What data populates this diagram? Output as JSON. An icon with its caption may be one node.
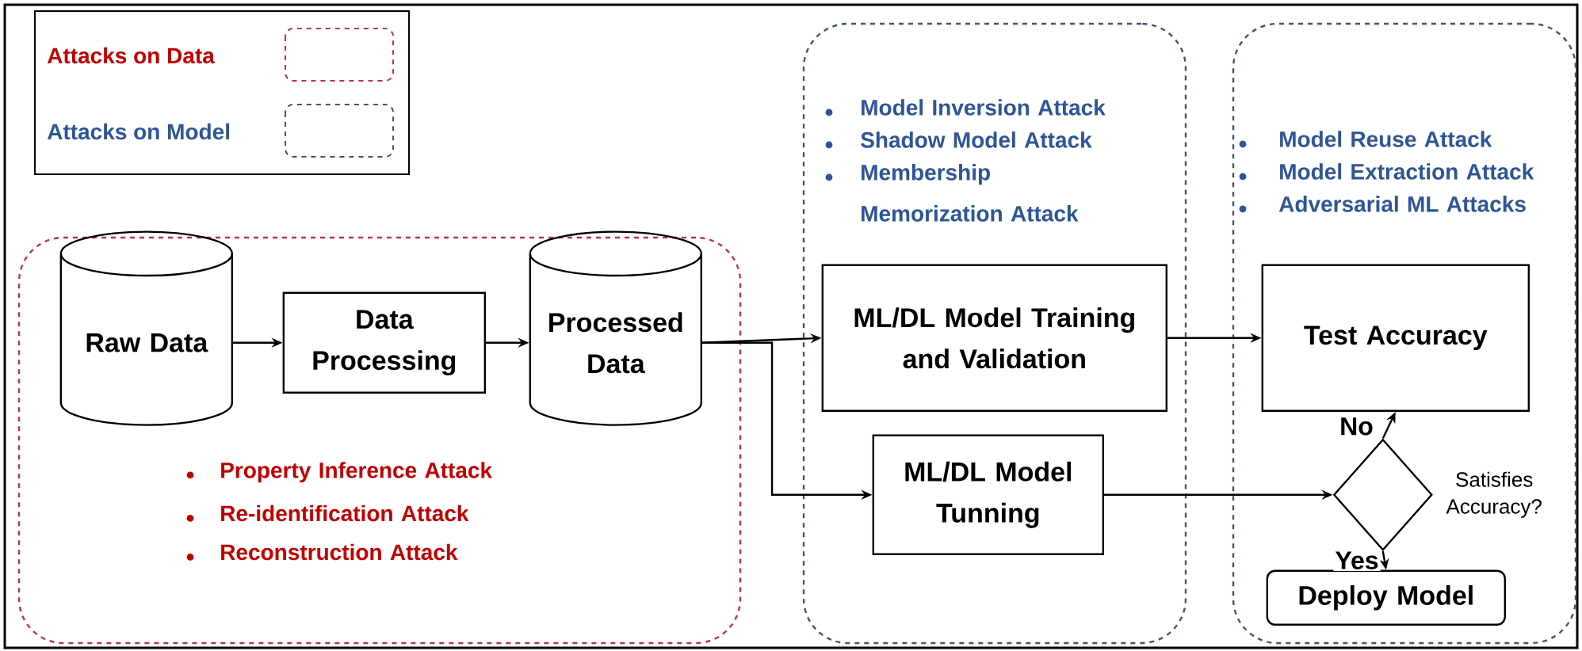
{
  "diagram": {
    "nodes": [
      {
        "text": [
          "Property Inference Attack",
          "Re-identification Attack",
          "Reconstruction Attack"
        ]
      },
      {
        "text": [
          "Model Inversion Attack",
          "Shadow Model Attack",
          "Membership Memorization Attack"
        ]
      },
      {
        "text": [
          "Model Reuse Attack",
          "Model Extraction Attack",
          "Adversarial ML Attacks"
        ]
      },
      {
        "text": [
          "Raw Data"
        ],
        "in": 0
      },
      {
        "text": [
          "Data Processing"
        ],
        "in": 0
      },
      {
        "text": [
          "Processed Data"
        ],
        "in": 0
      },
      {
        "text": [
          "ML/DL Model Training and Validation"
        ],
        "in": 1
      },
      {
        "text": [
          "ML/DL Model Tunning"
        ],
        "in": 1
      },
      {
        "text": [
          "Test Accuracy"
        ],
        "in": 2
      },
      {
        "text": [],
        "shape": "diamond",
        "beside": [
          "Satisfies Accuracy?"
        ],
        "in": 2
      },
      {
        "text": [
          "Deploy Model"
        ],
        "in": 2
      }
    ],
    "edges": [
      {
        "from": 3,
        "to": 4,
        "arrow": "to"
      },
      {
        "from": 4,
        "to": 5,
        "arrow": "to"
      },
      {
        "from": 5,
        "to": 6,
        "arrow": "to"
      },
      {
        "from": 5,
        "to": 7,
        "arrow": "to"
      },
      {
        "from": 6,
        "to": 8,
        "arrow": "to"
      },
      {
        "from": 7,
        "to": 9,
        "arrow": "to"
      },
      {
        "from": 9,
        "to": 8,
        "arrow": "to",
        "label": "No"
      },
      {
        "from": 9,
        "to": 10,
        "arrow": "to",
        "label": "Yes"
      }
    ],
    "legend": [
      {
        "text": "Attacks on Data"
      },
      {
        "text": "Attacks on Model"
      }
    ]
  }
}
